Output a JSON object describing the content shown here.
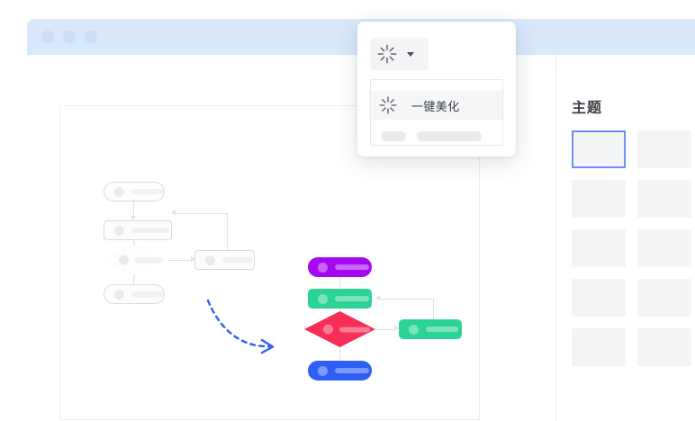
{
  "window": {
    "titlebar_dots": [
      "dot-red",
      "dot-yellow",
      "dot-green"
    ],
    "titlebar_color": "#dae8fb"
  },
  "toolbar_dropdown": {
    "button_icon": "burst-sparkle-icon",
    "caret_icon": "chevron-down-icon",
    "menu_items": [
      {
        "icon": "burst-sparkle-icon",
        "label": "一键美化",
        "selected": true
      }
    ],
    "placeholder_row": {
      "small": "",
      "large": ""
    }
  },
  "theme_panel": {
    "title": "主题",
    "selected_index": 0,
    "accent_color": "#6d8ef7",
    "swatches": [
      {
        "name": "theme-1",
        "selected": true
      },
      {
        "name": "theme-2",
        "selected": false
      },
      {
        "name": "theme-3",
        "selected": false
      },
      {
        "name": "theme-4",
        "selected": false
      },
      {
        "name": "theme-5",
        "selected": false
      },
      {
        "name": "theme-6",
        "selected": false
      },
      {
        "name": "theme-7",
        "selected": false
      },
      {
        "name": "theme-8",
        "selected": false
      },
      {
        "name": "theme-9",
        "selected": false
      },
      {
        "name": "theme-10",
        "selected": false
      }
    ]
  },
  "canvas": {
    "plain_flow": {
      "label": "before-beautify-flowchart",
      "node_border": "#d8dade",
      "node_fill": "#fdfdfd",
      "connector_color": "#dfe1e4",
      "nodes": [
        {
          "name": "start-node",
          "shape": "pill"
        },
        {
          "name": "process-node",
          "shape": "rect"
        },
        {
          "name": "decision-node",
          "shape": "diamond"
        },
        {
          "name": "end-node",
          "shape": "pill"
        },
        {
          "name": "side-process-node",
          "shape": "rect"
        }
      ]
    },
    "styled_flow": {
      "label": "after-beautify-flowchart",
      "connector_color": "#dfe1e4",
      "nodes": [
        {
          "name": "start-node",
          "shape": "pill",
          "color": "#a508f0",
          "accent": "#c666f5"
        },
        {
          "name": "process-node",
          "shape": "rect",
          "color": "#2bd396",
          "accent": "#7ae3bd"
        },
        {
          "name": "decision-node",
          "shape": "diamond",
          "color": "#f72e56",
          "accent": "#fa7b95"
        },
        {
          "name": "end-node",
          "shape": "pill",
          "color": "#2f5ef5",
          "accent": "#7b9af9"
        },
        {
          "name": "side-process-node",
          "shape": "rect",
          "color": "#2bd396",
          "accent": "#7ae3bd"
        }
      ]
    },
    "transform_arrow": {
      "name": "beautify-arrow",
      "color": "#2f5ef5",
      "style": "dashed-curved"
    }
  }
}
